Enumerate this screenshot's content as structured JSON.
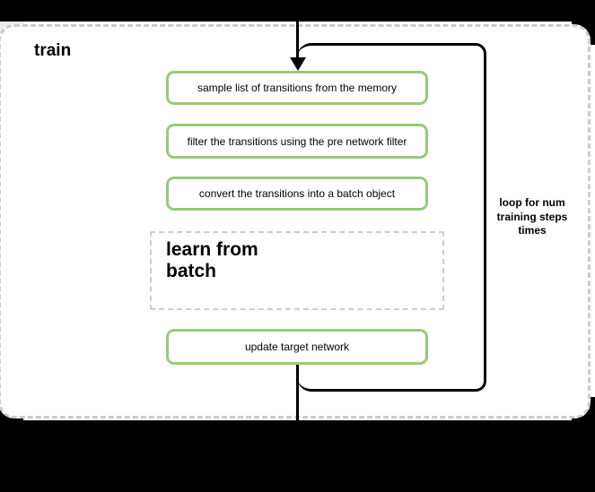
{
  "diagram": {
    "container_label": "train",
    "steps": [
      "sample list of transitions from the memory",
      "filter the transitions using the pre network filter",
      "convert the transitions into a batch object"
    ],
    "sub_process_lines": [
      "learn from",
      "batch"
    ],
    "final_step": "update target network",
    "loop_label_lines": [
      "loop for num",
      "training steps",
      "times"
    ],
    "colors": {
      "step_border_green": "#97ca79",
      "dashed_border_gray": "#cccccc",
      "connector_black": "#000000",
      "letterbox_black": "#000000",
      "canvas_white": "#ffffff"
    }
  }
}
